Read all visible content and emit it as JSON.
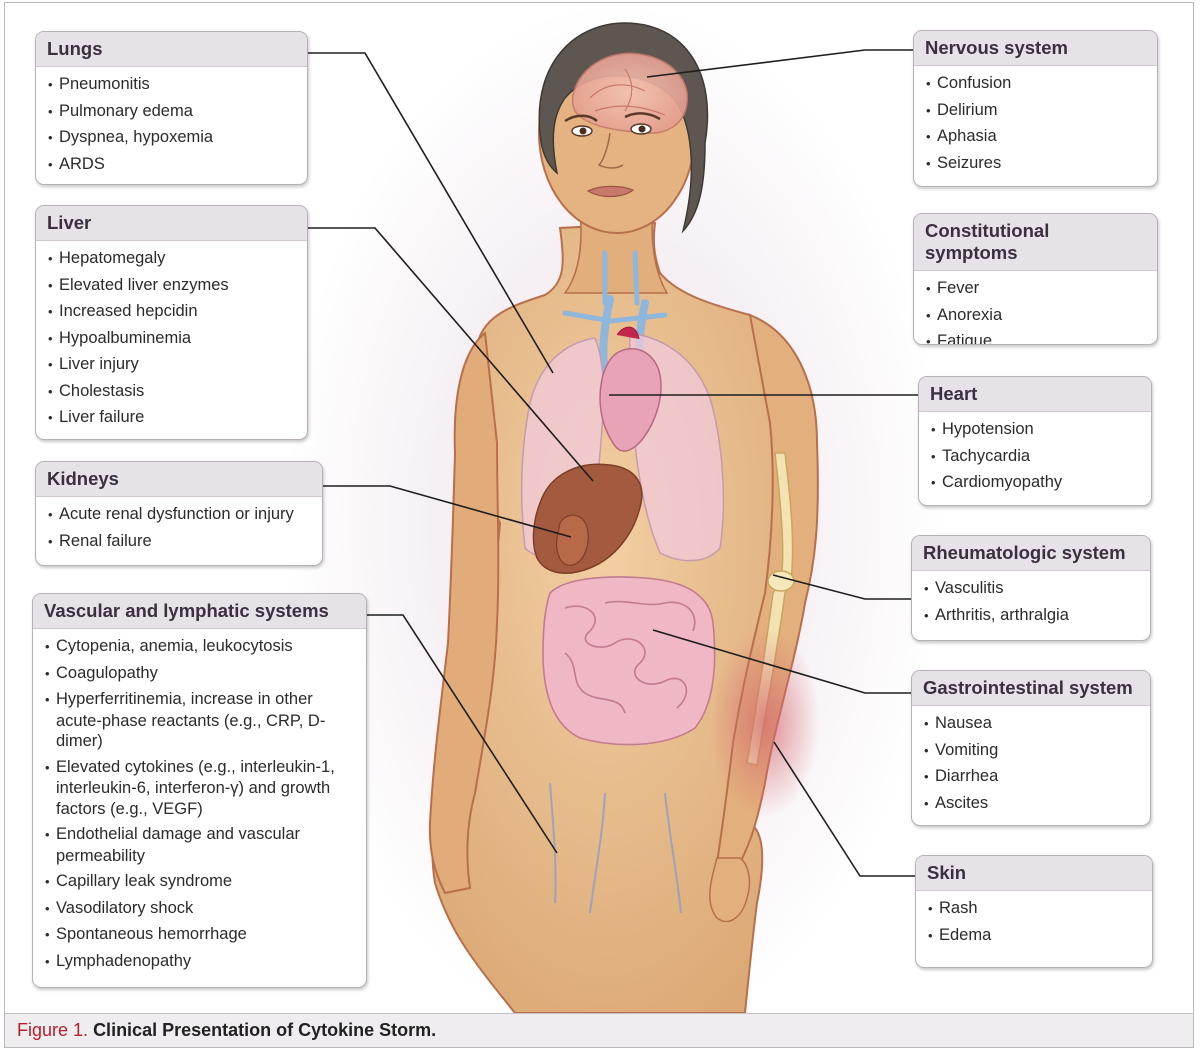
{
  "boxes": {
    "lungs": {
      "title": "Lungs",
      "items": [
        "Pneumonitis",
        "Pulmonary edema",
        "Dyspnea, hypoxemia",
        "ARDS"
      ]
    },
    "liver": {
      "title": "Liver",
      "items": [
        "Hepatomegaly",
        "Elevated liver enzymes",
        "Increased hepcidin",
        "Hypoalbuminemia",
        "Liver injury",
        "Cholestasis",
        "Liver failure"
      ]
    },
    "kidneys": {
      "title": "Kidneys",
      "items": [
        "Acute renal dysfunction or injury",
        "Renal failure"
      ]
    },
    "vascular": {
      "title": "Vascular and lymphatic systems",
      "items": [
        "Cytopenia, anemia, leukocytosis",
        "Coagulopathy",
        "Hyperferritinemia, increase in other acute-phase reactants (e.g., CRP, D-dimer)",
        "Elevated cytokines (e.g., interleukin-1, interleukin-6, interferon-γ) and growth factors (e.g., VEGF)",
        "Endothelial damage and vascular permeability",
        "Capillary leak syndrome",
        "Vasodilatory shock",
        "Spontaneous hemorrhage",
        "Lymphadenopathy"
      ]
    },
    "nervous": {
      "title": "Nervous system",
      "items": [
        "Confusion",
        "Delirium",
        "Aphasia",
        "Seizures"
      ]
    },
    "constitutional": {
      "title": "Constitutional symptoms",
      "items": [
        "Fever",
        "Anorexia",
        "Fatigue"
      ]
    },
    "heart": {
      "title": "Heart",
      "items": [
        "Hypotension",
        "Tachycardia",
        "Cardiomyopathy"
      ]
    },
    "rheumatologic": {
      "title": "Rheumatologic system",
      "items": [
        "Vasculitis",
        "Arthritis, arthralgia"
      ]
    },
    "gastrointestinal": {
      "title": "Gastrointestinal system",
      "items": [
        "Nausea",
        "Vomiting",
        "Diarrhea",
        "Ascites"
      ]
    },
    "skin": {
      "title": "Skin",
      "items": [
        "Rash",
        "Edema"
      ]
    }
  },
  "caption": {
    "label": "Figure 1.",
    "title": "Clinical Presentation of Cytokine Storm."
  },
  "colors": {
    "title_bg": "#e7e1e8",
    "caption_label": "#b31f2b",
    "skin_tone": "#e9bd8c",
    "hair": "#5e5650",
    "organ_pink": "#f0b9c8",
    "liver_brown": "#a45a3e"
  }
}
